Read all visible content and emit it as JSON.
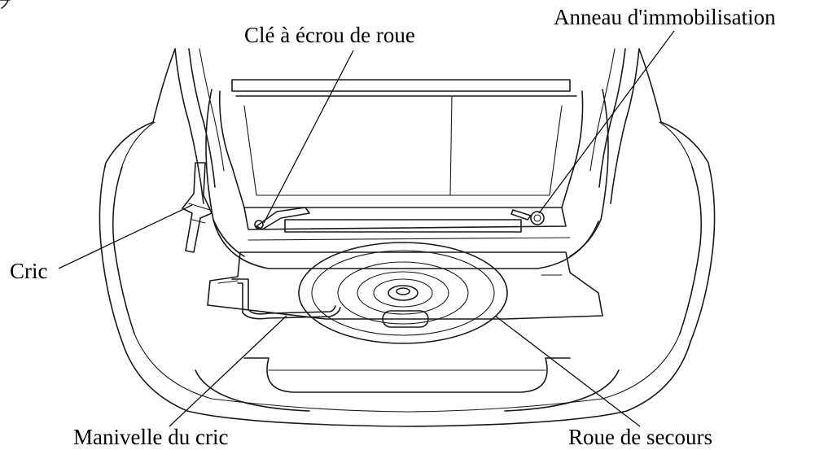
{
  "figure": {
    "labels": {
      "wheel_wrench": "Clé à écrou de roue",
      "towing_ring": "Anneau d'immobilisation",
      "jack": "Cric",
      "jack_handle": "Manivelle du cric",
      "spare_wheel": "Roue de secours"
    }
  }
}
